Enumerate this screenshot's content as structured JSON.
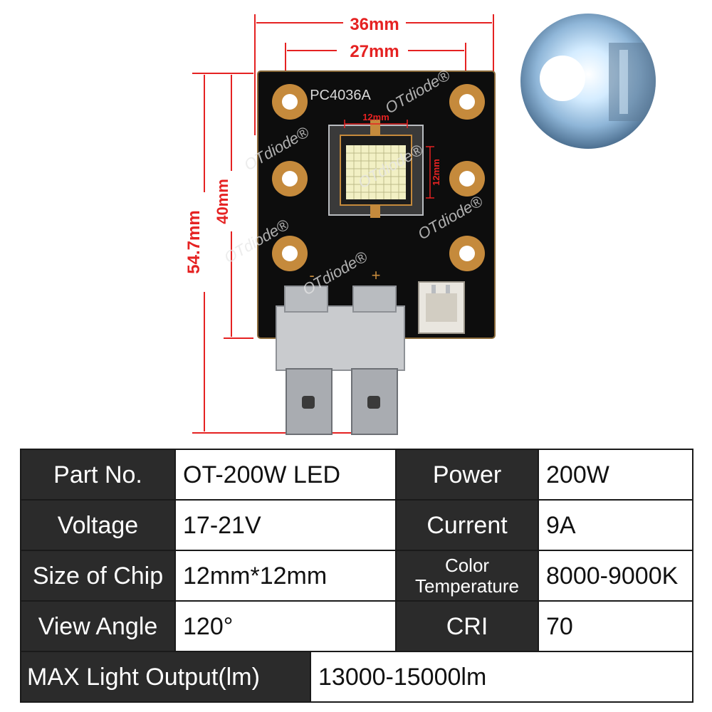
{
  "colors": {
    "dimension": "#e52222",
    "board": "#0d0d0d",
    "pad": "#c58a3c",
    "terminal": "#b9bcc0",
    "table_label_bg": "#2b2b2b"
  },
  "figure": {
    "dimensions": {
      "width_outer": "36mm",
      "width_pad": "27mm",
      "height_total": "54.7mm",
      "height_board": "40mm",
      "chip_width": "12mm",
      "chip_height": "12mm"
    },
    "board": {
      "model_label": "PC4036A",
      "minus": "-",
      "plus": "+"
    },
    "watermarks": [
      "OTdiode®",
      "OTdiode®",
      "OTdiode®",
      "OTdiode®",
      "OTdiode®"
    ]
  },
  "specs": {
    "part_no_label": "Part No.",
    "part_no_value": "OT-200W LED",
    "power_label": "Power",
    "power_value": "200W",
    "voltage_label": "Voltage",
    "voltage_value": "17-21V",
    "current_label": "Current",
    "current_value": "9A",
    "chip_size_label": "Size of Chip",
    "chip_size_value": "12mm*12mm",
    "color_temp_label_1": "Color",
    "color_temp_label_2": "Temperature",
    "color_temp_value": "8000-9000K",
    "view_angle_label": "View Angle",
    "view_angle_value": "120°",
    "cri_label": "CRI",
    "cri_value": "70",
    "max_output_label": "MAX Light Output(lm)",
    "max_output_value": "13000-15000lm"
  }
}
